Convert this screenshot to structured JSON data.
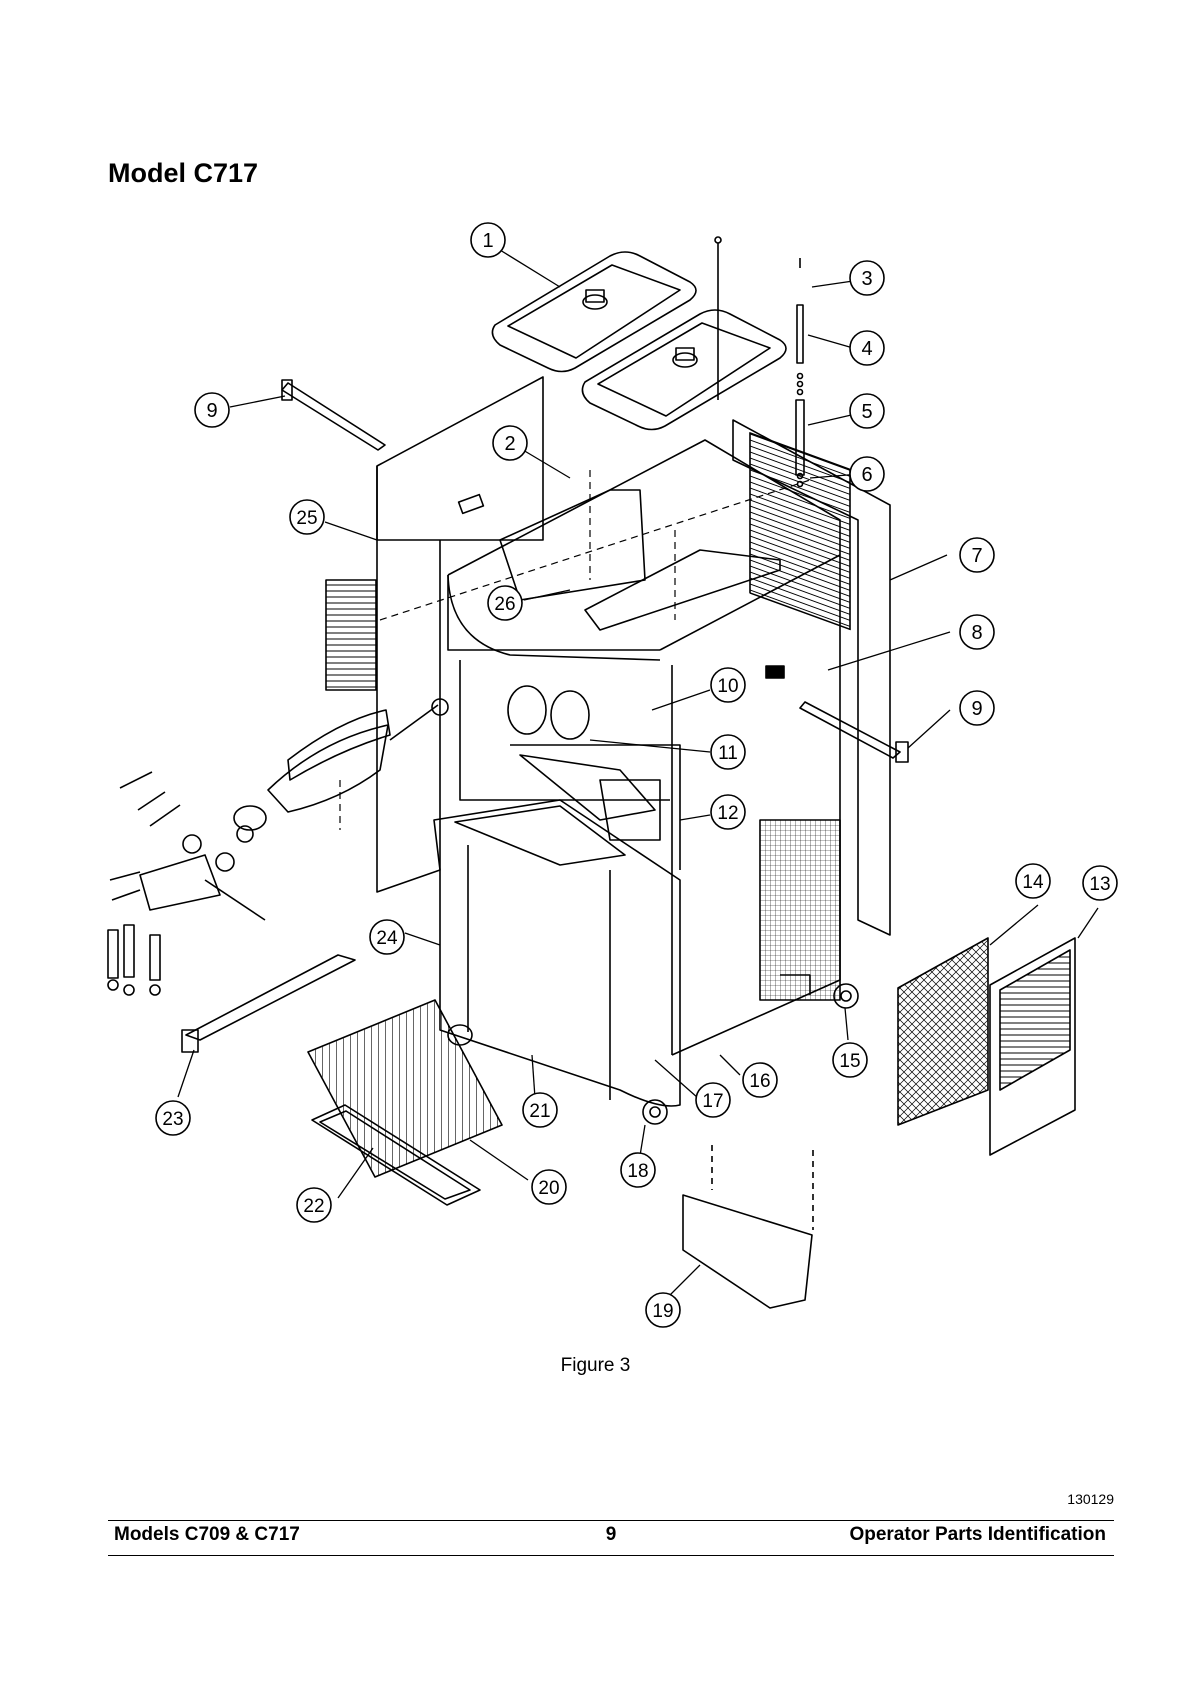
{
  "page": {
    "title": "Model C717",
    "figure_caption": "Figure 3",
    "doc_code": "130129"
  },
  "footer": {
    "left": "Models C709 & C717",
    "page_number": "9",
    "right": "Operator Parts Identification"
  },
  "callouts": [
    "1",
    "2",
    "3",
    "4",
    "5",
    "6",
    "7",
    "8",
    "9",
    "9",
    "10",
    "11",
    "12",
    "13",
    "14",
    "15",
    "16",
    "17",
    "18",
    "19",
    "20",
    "21",
    "22",
    "23",
    "24",
    "25",
    "26"
  ]
}
